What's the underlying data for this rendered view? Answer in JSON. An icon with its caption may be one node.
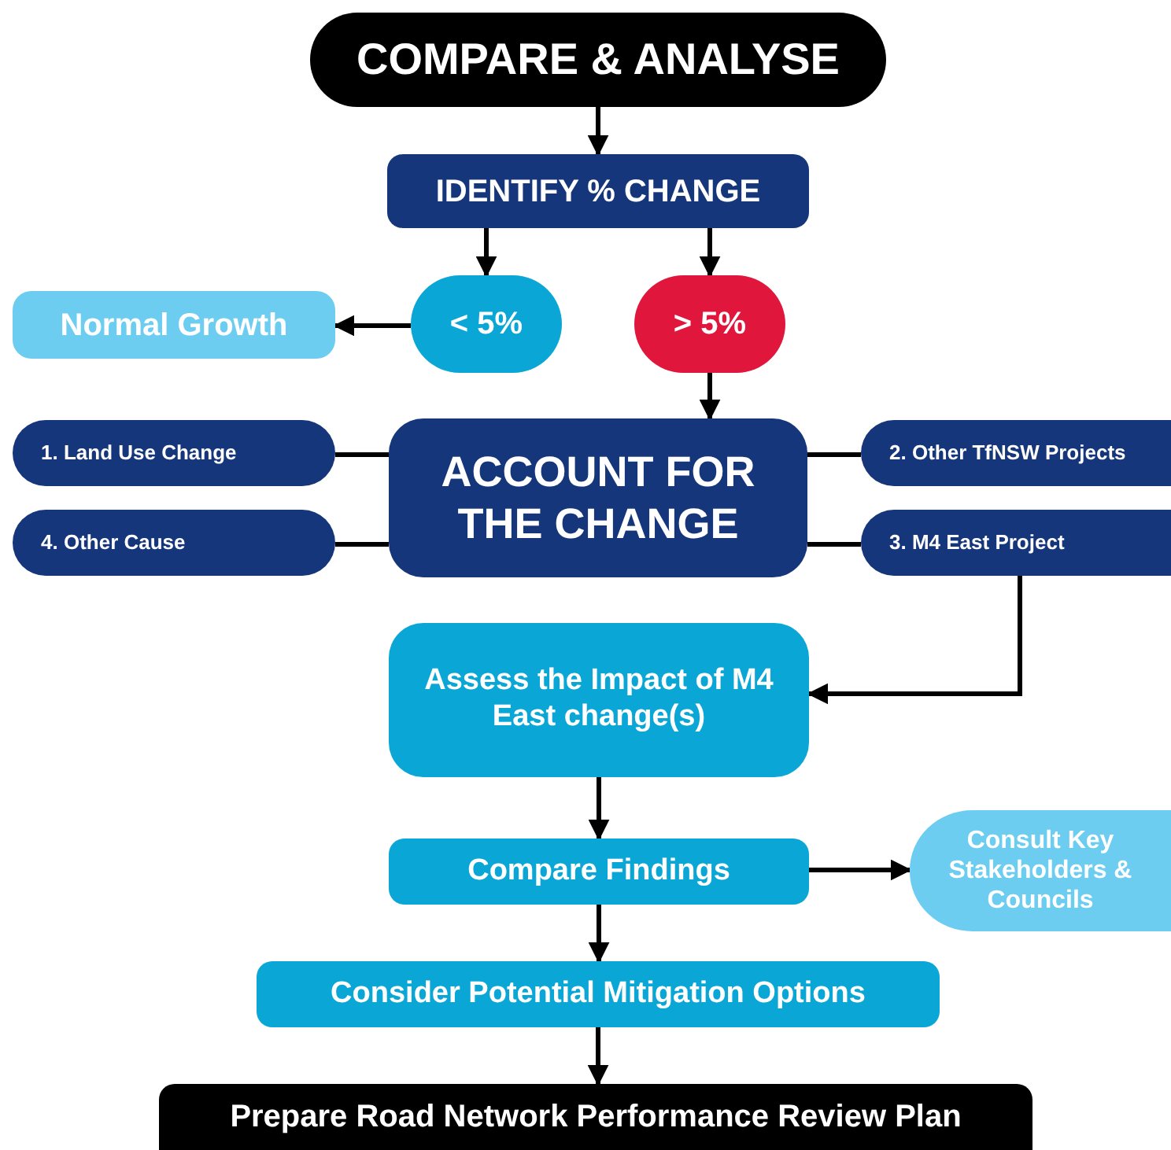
{
  "diagram": {
    "nodes": [
      {
        "text": [
          "COMPARE & ANALYSE"
        ]
      },
      {
        "text": [
          "IDENTIFY % CHANGE"
        ]
      },
      {
        "text": [
          "Normal Growth"
        ]
      },
      {
        "text": [
          "< 5%"
        ]
      },
      {
        "text": [
          "> 5%"
        ]
      },
      {
        "text": [
          "ACCOUNT FOR THE CHANGE"
        ]
      },
      {
        "text": [
          "1. Land Use Change"
        ]
      },
      {
        "text": [
          "2. Other TfNSW Projects"
        ]
      },
      {
        "text": [
          "4. Other Cause"
        ]
      },
      {
        "text": [
          "3. M4 East Project"
        ]
      },
      {
        "text": [
          "Assess the Impact of M4 East change(s)"
        ]
      },
      {
        "text": [
          "Compare Findings"
        ]
      },
      {
        "text": [
          "Consult Key Stakeholders & Councils"
        ]
      },
      {
        "text": [
          "Consider Potential Mitigation Options"
        ]
      },
      {
        "text": [
          "Prepare Road Network Performance Review Plan"
        ]
      }
    ],
    "edges": [
      {
        "from": 0,
        "to": 1,
        "arrow": "to"
      },
      {
        "from": 1,
        "to": 3,
        "arrow": "to"
      },
      {
        "from": 1,
        "to": 4,
        "arrow": "to"
      },
      {
        "from": 3,
        "to": 2,
        "arrow": "to"
      },
      {
        "from": 4,
        "to": 5,
        "arrow": "to"
      },
      {
        "from": 5,
        "to": 6,
        "arrow": "none"
      },
      {
        "from": 5,
        "to": 7,
        "arrow": "none"
      },
      {
        "from": 5,
        "to": 8,
        "arrow": "none"
      },
      {
        "from": 5,
        "to": 9,
        "arrow": "none"
      },
      {
        "from": 9,
        "to": 10,
        "arrow": "to"
      },
      {
        "from": 10,
        "to": 11,
        "arrow": "to"
      },
      {
        "from": 11,
        "to": 12,
        "arrow": "to"
      },
      {
        "from": 11,
        "to": 13,
        "arrow": "to"
      },
      {
        "from": 13,
        "to": 14,
        "arrow": "to"
      }
    ]
  }
}
